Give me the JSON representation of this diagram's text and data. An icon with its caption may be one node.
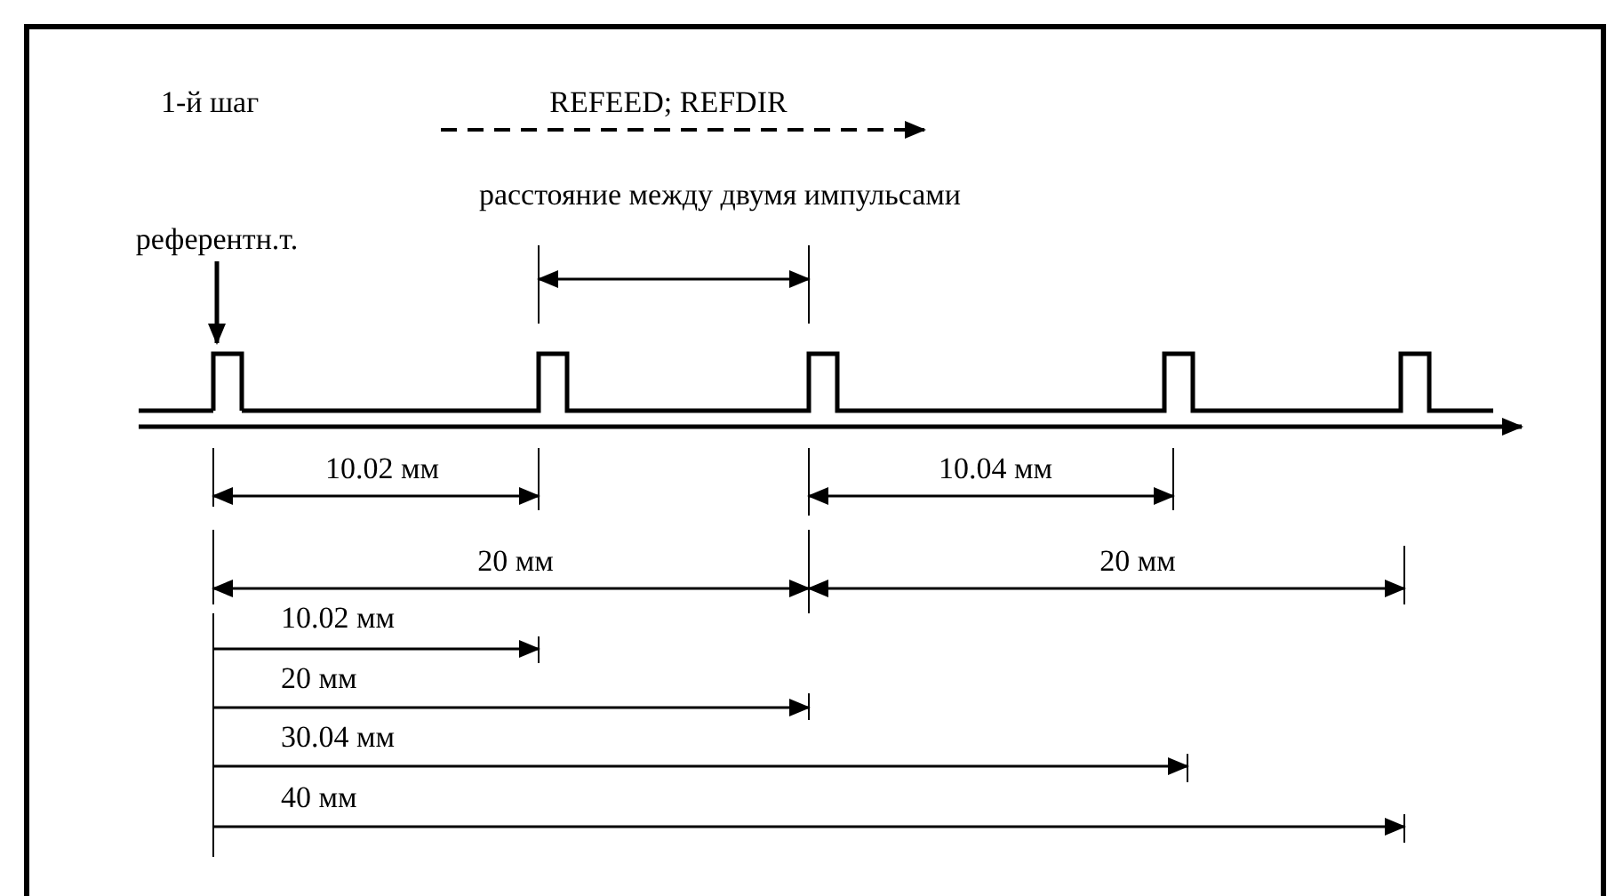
{
  "diagram": {
    "nodes": [
      {
        "text": [
          "референтн.т."
        ]
      },
      {
        "text": [],
        "shape": "bar"
      }
    ],
    "edges": [
      {
        "from": 0,
        "to": 1,
        "arrow": "to"
      }
    ],
    "labels": [
      "1-й шаг",
      "REFEED; REFDIR",
      "расстояние между двумя импульсами",
      "10.02 мм",
      "10.04 мм",
      "20 мм",
      "20 мм",
      "10.02 мм",
      "20 мм",
      "30.04 мм",
      "40 мм"
    ]
  }
}
